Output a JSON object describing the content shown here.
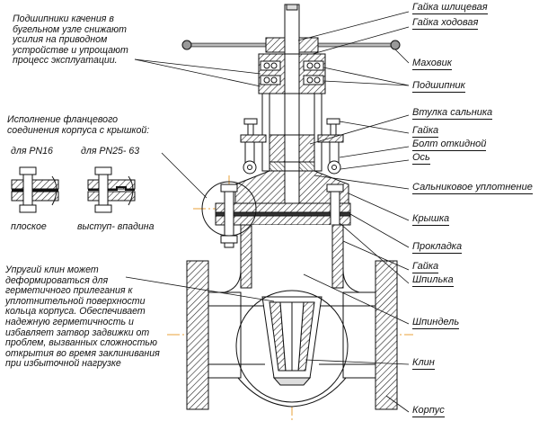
{
  "labels": {
    "spline_nut": "Гайка шлицевая",
    "running_nut": "Гайка ходовая",
    "handwheel": "Маховик",
    "bearing": "Подшипник",
    "gland_bushing": "Втулка сальника",
    "nut": "Гайка",
    "eye_bolt": "Болт откидной",
    "axis": "Ось",
    "gland_seal": "Сальниковое уплотнение",
    "cover": "Крышка",
    "gasket": "Прокладка",
    "nut2": "Гайка",
    "stud": "Шпилька",
    "spindle": "Шпиндель",
    "wedge": "Клин",
    "body": "Корпус"
  },
  "notes": {
    "bearings": "Подшипники качения в\nбугельном узле снижают\nусилия на приводном\nустройстве и упрощают\nпроцесс эксплуатации.",
    "flange_title": "Исполнение фланцевого\nсоединения корпуса с крышкой:",
    "pn16": "для PN16",
    "pn25": "для PN25- 63",
    "flat": "плоское",
    "tongue": "выступ- впадина",
    "wedge": "Упругий клин может\nдеформироваться для\nгерметичного прилегания к\nуплотнительной поверхности\nкольца корпуса. Обеспечивает\nнадежную герметичность и\nизбавляет затвор задвижки от\nпроблем, вызванных сложностью\nоткрытия во время заклинивания\nпри избыточной нагрузке"
  },
  "colors": {
    "line": "#111111",
    "hatch": "#222222",
    "center": "#e8a13a",
    "handwheel": "#8a8a8a"
  }
}
